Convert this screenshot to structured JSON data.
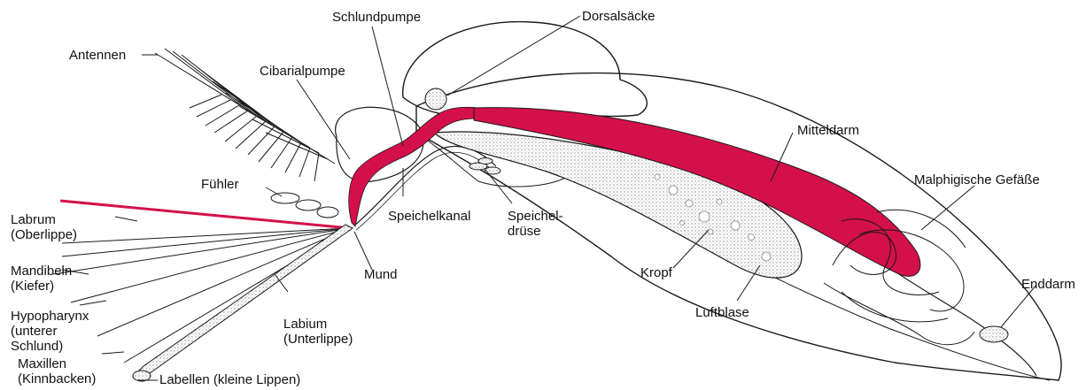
{
  "colors": {
    "gut": "#d4104a",
    "outline": "#1a1a1a",
    "stipple": "#d8d8d8",
    "background": "#ffffff"
  },
  "labels": {
    "antennen": "Antennen",
    "schlundpumpe": "Schlundpumpe",
    "dorsalsaecke": "Dorsalsäcke",
    "cibarialpumpe": "Cibarialpumpe",
    "mitteldarm": "Mitteldarm",
    "malphigische": "Malphigische Gefäße",
    "fuehler": "Fühler",
    "labrum": [
      "Labrum",
      "(Oberlippe)"
    ],
    "speichelkanal": "Speichelkanal",
    "speicheldruese": [
      "Speichel-",
      "drüse"
    ],
    "mandibeln": [
      "Mandibeln",
      "(Kiefer)"
    ],
    "mund": "Mund",
    "kropf": "Kropf",
    "enddarm": "Enddarm",
    "luftblase": "Luftblase",
    "hypopharynx": [
      "Hypopharynx",
      "(unterer",
      "Schlund)"
    ],
    "labium": [
      "Labium",
      "(Unterlippe)"
    ],
    "maxillen": [
      "Maxillen",
      "(Kinnbacken)"
    ],
    "labellen": "Labellen (kleine Lippen)"
  }
}
